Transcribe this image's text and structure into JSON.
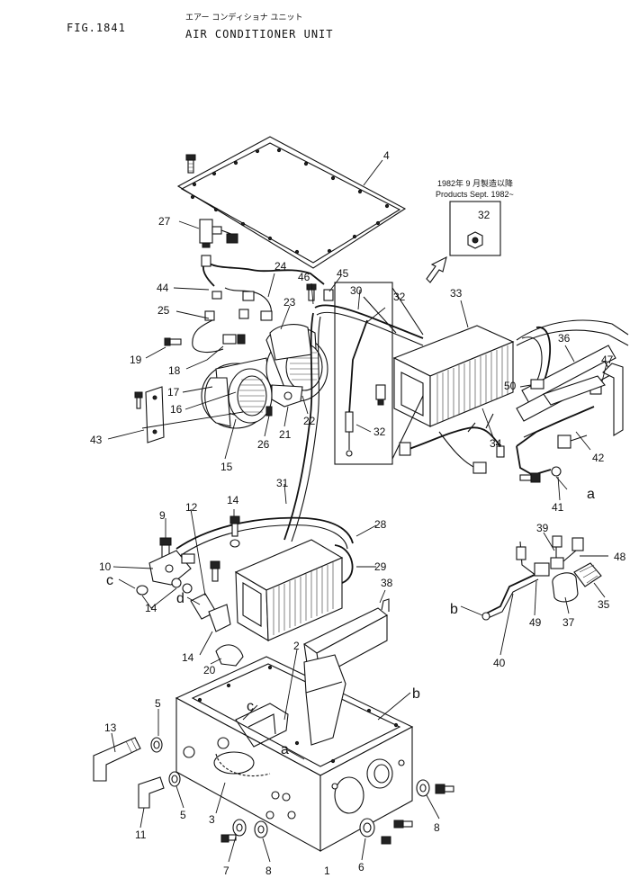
{
  "header": {
    "fig_no": "FIG.1841",
    "title_jp": "エアー コンディショナ ユニット",
    "title_en": "AIR CONDITIONER UNIT"
  },
  "note": {
    "line1": "1982年 9 月製造以降",
    "line2": "Products Sept. 1982~"
  },
  "callouts": {
    "c1": "1",
    "c2": "2",
    "c3": "3",
    "c4": "4",
    "c5a": "5",
    "c5b": "5",
    "c6": "6",
    "c7": "7",
    "c8a": "8",
    "c8b": "8",
    "c9": "9",
    "c10": "10",
    "c11": "11",
    "c12": "12",
    "c13": "13",
    "c14a": "14",
    "c14b": "14",
    "c14c": "14",
    "c15": "15",
    "c16": "16",
    "c17": "17",
    "c18": "18",
    "c19": "19",
    "c20": "20",
    "c21": "21",
    "c22": "22",
    "c23": "23",
    "c24": "24",
    "c25": "25",
    "c26": "26",
    "c27": "27",
    "c28": "28",
    "c29": "29",
    "c30": "30",
    "c31": "31",
    "c32a": "32",
    "c32b": "32",
    "c32c": "32",
    "c33": "33",
    "c34": "34",
    "c35": "35",
    "c36": "36",
    "c37": "37",
    "c38": "38",
    "c39": "39",
    "c40": "40",
    "c41": "41",
    "c42": "42",
    "c43": "43",
    "c44": "44",
    "c45": "45",
    "c46": "46",
    "c47": "47",
    "c48": "48",
    "c49": "49",
    "c50": "50"
  },
  "letters": {
    "a1": "a",
    "a2": "a",
    "b1": "b",
    "b2": "b",
    "c1": "c",
    "c2": "c",
    "d1": "d"
  }
}
